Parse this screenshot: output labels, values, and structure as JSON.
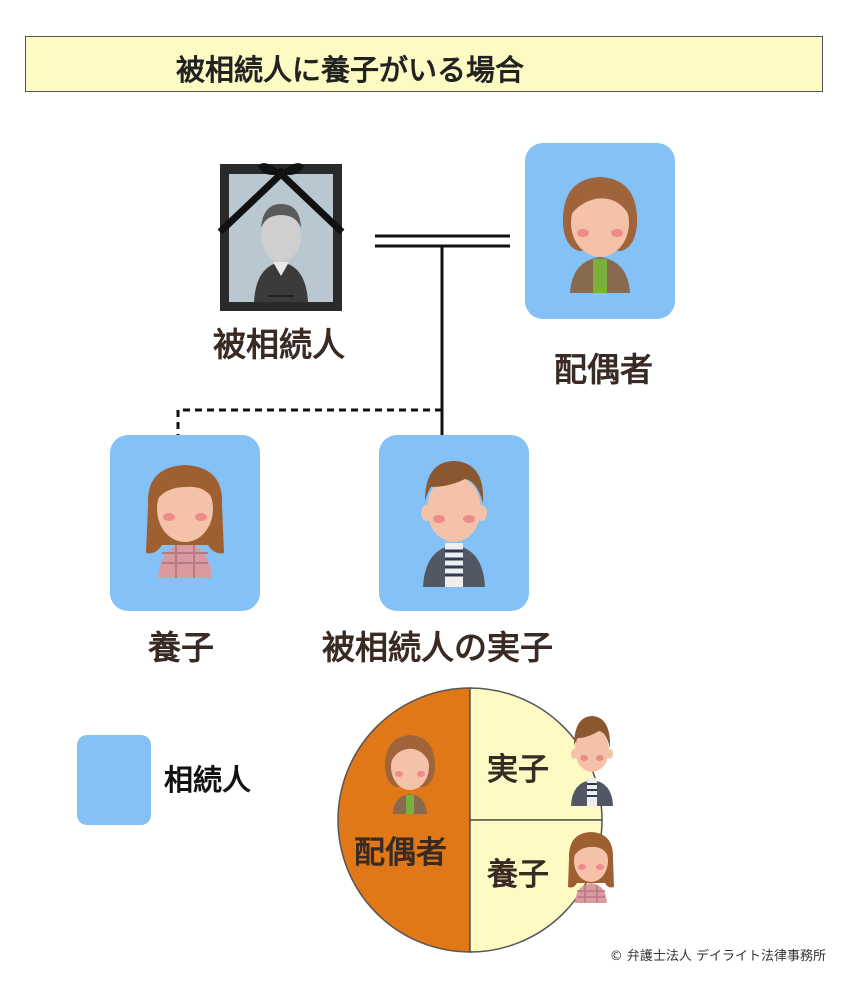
{
  "title": "被相続人に養子がいる場合",
  "nodes": {
    "deceased": "被相続人",
    "spouse": "配偶者",
    "adopted_child": "養子",
    "biological_child": "被相続人の実子"
  },
  "legend": {
    "label": "相続人",
    "color": "#84c1f7"
  },
  "pie": {
    "segments": [
      {
        "label": "配偶者",
        "share": 0.5,
        "color": "#e07817"
      },
      {
        "label": "実子",
        "share": 0.25,
        "color": "#fdfbc3"
      },
      {
        "label": "養子",
        "share": 0.25,
        "color": "#fdfbc3"
      }
    ]
  },
  "copyright": "© 弁護士法人 デイライト法律事務所"
}
